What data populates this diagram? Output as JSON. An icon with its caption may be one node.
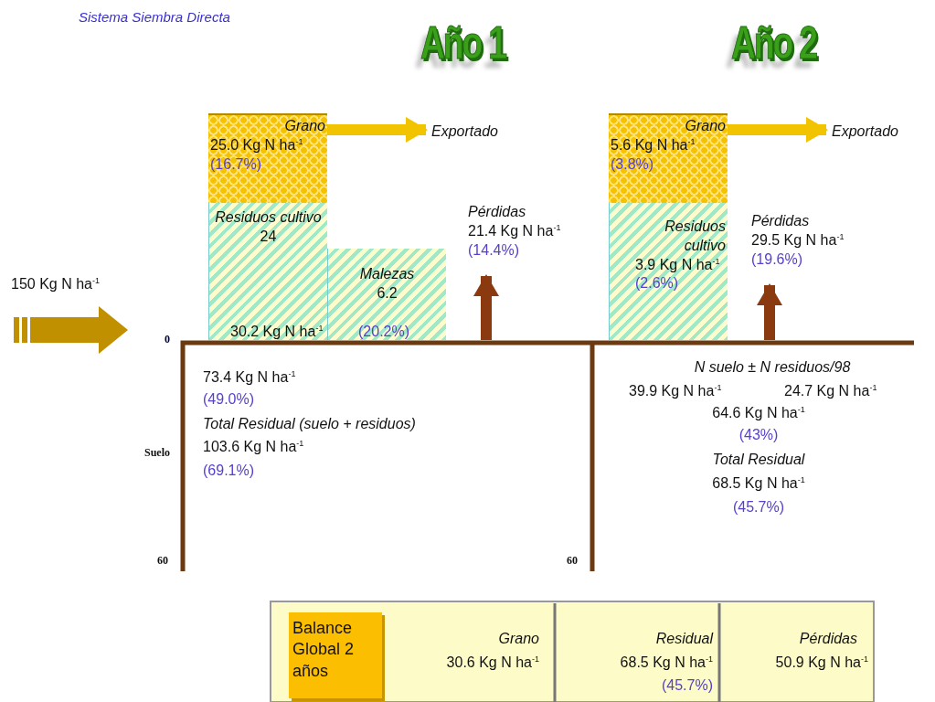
{
  "diagram": {
    "title": "Sistema Siembra Directa",
    "nodes": [
      {
        "text": [
          "Grano",
          "25.0 Kg N ha$^{-1}$",
          "(16.7%)"
        ]
      },
      {
        "text": [
          "Residuos cultivo",
          "24"
        ]
      },
      {
        "text": [
          "Malezas",
          "6.2"
        ]
      },
      {
        "text": [
          "Exportado"
        ]
      },
      {
        "text": [
          "Pérdidas",
          "21.4 Kg N ha$^{-1}$",
          "(14.4%)"
        ]
      },
      {
        "text": [
          "Grano",
          "5.6 Kg N ha$^{-1}$",
          "(3.8%)"
        ]
      },
      {
        "text": [
          "Residuos cultivo",
          "3.9 Kg N ha$^{-1}$",
          "(2.6%)"
        ]
      },
      {
        "text": [
          "Exportado"
        ]
      },
      {
        "text": [
          "Pérdidas",
          "29.5 Kg N ha$^{-1}$",
          "(19.6%)"
        ]
      },
      {
        "text": [
          "Balance Global 2 años"
        ]
      }
    ],
    "edges": [
      {
        "from": 0,
        "to": 3,
        "arrow": "to",
        "color": "#f2c400"
      },
      {
        "from": null,
        "to": 4,
        "arrow": "to",
        "color": "#8b3a10"
      },
      {
        "from": 5,
        "to": 7,
        "arrow": "to",
        "color": "#f2c400"
      },
      {
        "from": null,
        "to": 8,
        "arrow": "to",
        "color": "#8b3a10"
      }
    ],
    "labels": [
      "Año 1",
      "Año 2",
      "150 Kg N ha$^{-1}$",
      "0",
      "30.2 Kg N ha$^{-1}$",
      "(20.2%)",
      "Suelo",
      "60",
      "60",
      "73.4 Kg N ha$^{-1}$",
      "(49.0%)",
      "Total Residual (suelo + residuos)",
      "103.6 Kg N ha$^{-1}$",
      "(69.1%)",
      "N suelo ± N residuos/98",
      "39.9 Kg N ha$^{-1}$",
      "24.7 Kg N ha$^{-1}$",
      "64.6 Kg N ha$^{-1}$",
      "(43%)",
      "Total Residual",
      "68.5 Kg N ha$^{-1}$",
      "(45.7%)",
      "Grano",
      "30.6 Kg N ha$^{-1}$",
      "Residual",
      "68.5 Kg N ha$^{-1}$",
      "(45.7%)",
      "Pérdidas",
      "50.9 Kg N ha$^{-1}$"
    ]
  }
}
